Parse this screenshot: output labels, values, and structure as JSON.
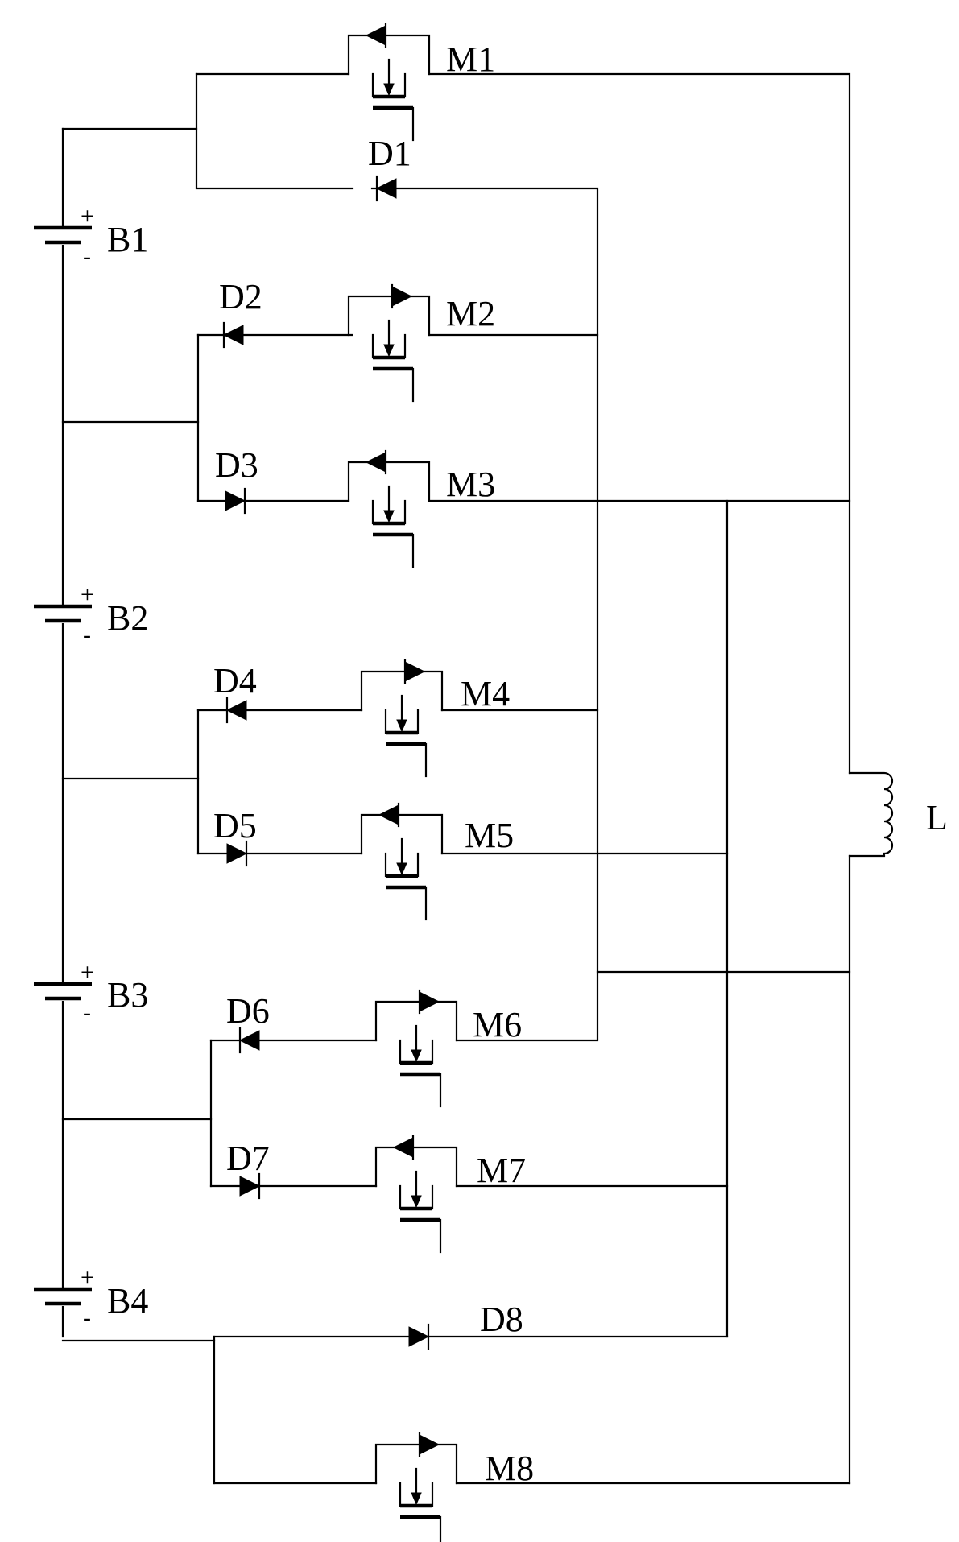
{
  "batteries": [
    {
      "label": "B1",
      "plus": "+",
      "minus": "-"
    },
    {
      "label": "B2",
      "plus": "+",
      "minus": "-"
    },
    {
      "label": "B3",
      "plus": "+",
      "minus": "-"
    },
    {
      "label": "B4",
      "plus": "+",
      "minus": "-"
    }
  ],
  "diodes": [
    "D1",
    "D2",
    "D3",
    "D4",
    "D5",
    "D6",
    "D7",
    "D8"
  ],
  "mosfets": [
    "M1",
    "M2",
    "M3",
    "M4",
    "M5",
    "M6",
    "M7",
    "M8"
  ],
  "inductor": "L"
}
